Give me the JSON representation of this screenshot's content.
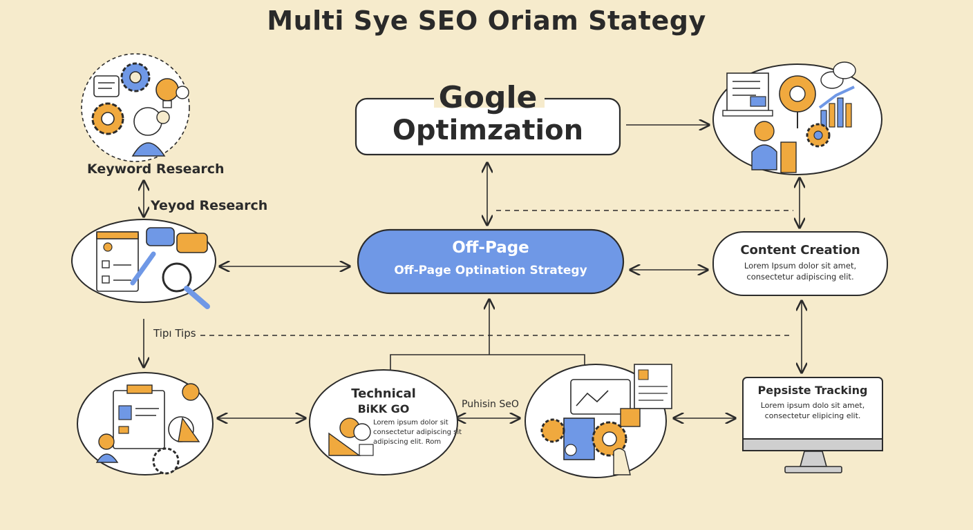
{
  "title": "Multi Sye SEO Oriam Stategy",
  "center_box": {
    "line1": "Gogle",
    "line2": "Optimzation"
  },
  "hub": {
    "title": "Off-Page",
    "subtitle": "Off-Page Optination Strategy"
  },
  "labels": {
    "keyword_research": "Keyword Research",
    "yeyod_research": "Yeyod Research",
    "tips": "Tipı Tips",
    "puhisin": "Puhisin SeO"
  },
  "content_creation": {
    "title": "Content Creation",
    "line1": "Lorem Ipsum dolor sit amet,",
    "line2": "consectetur adipiscing elit."
  },
  "technical": {
    "line1": "Technical",
    "line2": "BiKK GO",
    "body1": "Lorem ipsum dolor sit",
    "body2": "consectetur adipiscing sit",
    "body3": "adipiscing elit. Rom"
  },
  "tracking": {
    "title": "Pepsiste Tracking",
    "line1": "Lorem ipsum dolo sit amet,",
    "line2": "consectetur elipicing elit."
  },
  "colors": {
    "background": "#f6ebcc",
    "accent_blue": "#6f98e6",
    "accent_orange": "#f0a93e",
    "ink": "#2b2b2b"
  }
}
